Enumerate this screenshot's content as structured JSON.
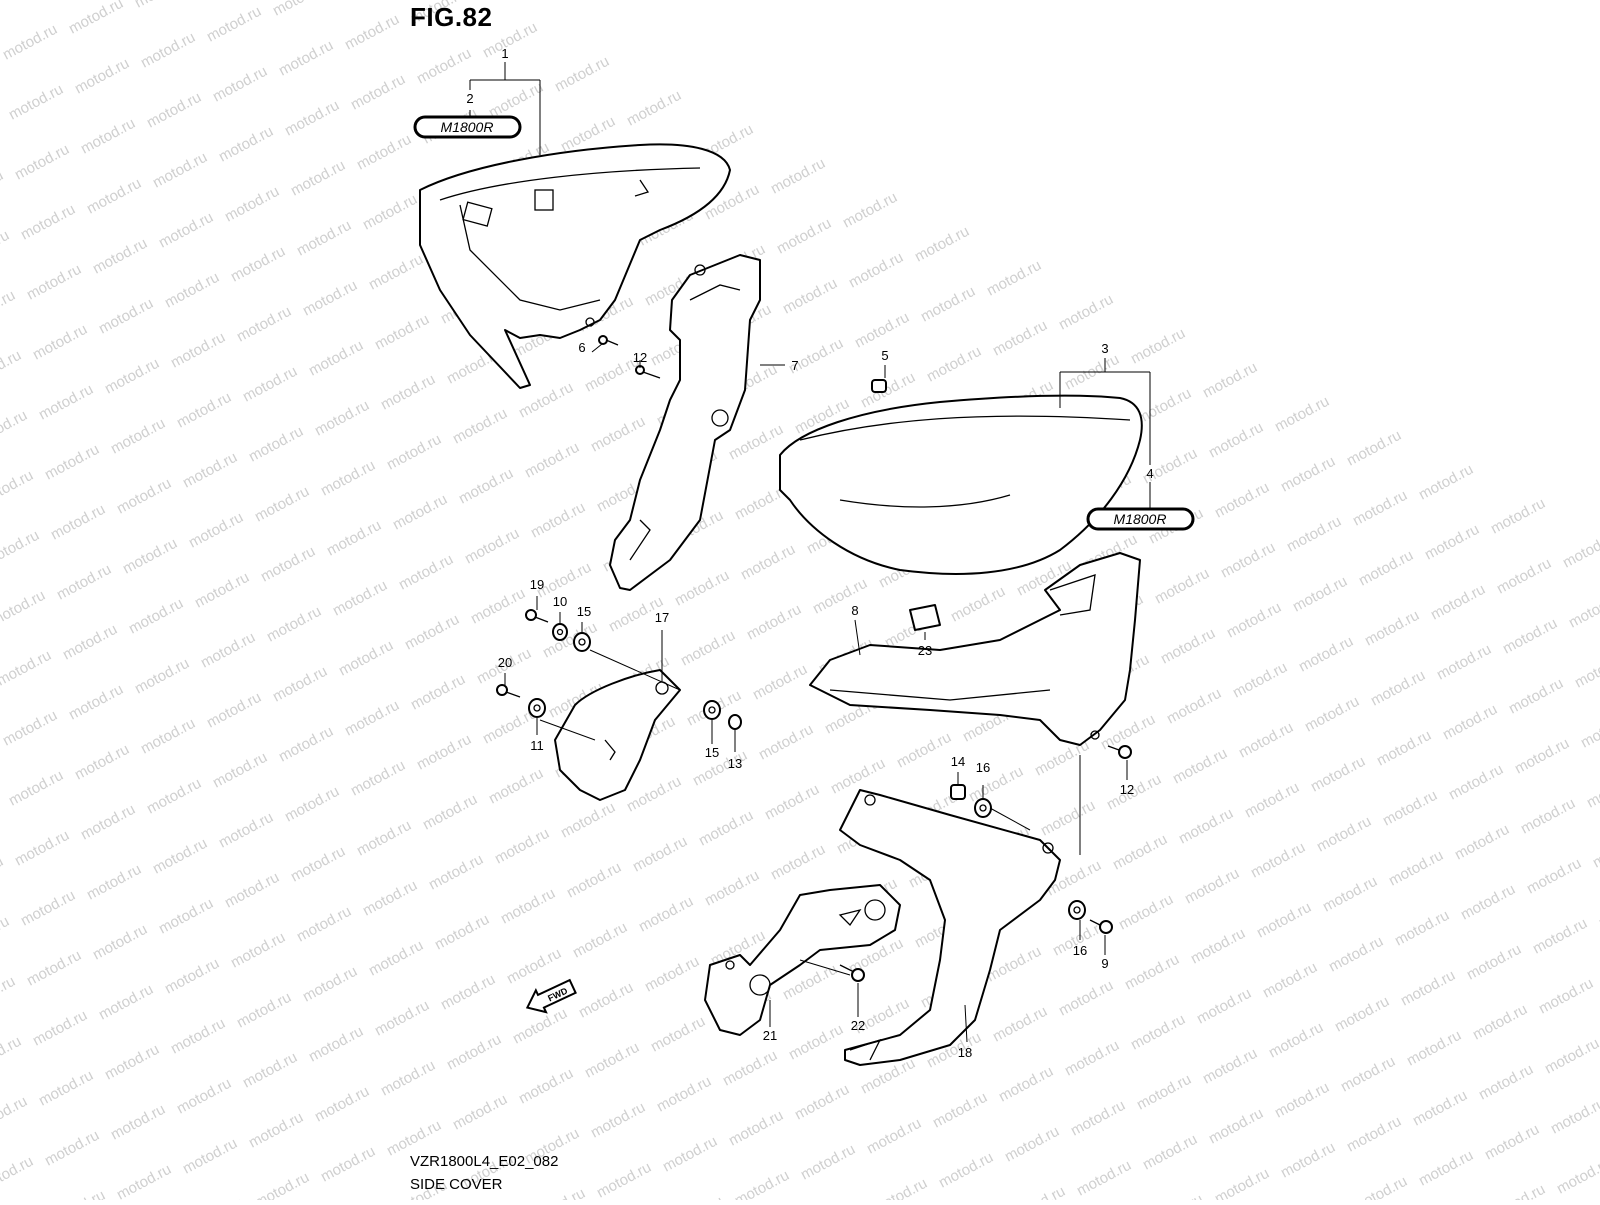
{
  "figure": {
    "title": "FIG.82",
    "model_code": "VZR1800L4_E02_082",
    "section_name": "SIDE COVER"
  },
  "emblem_text": "M1800R",
  "fwd_arrow_text": "FWD",
  "watermark_text": "motod.ru",
  "callouts": [
    "1",
    "2",
    "3",
    "4",
    "5",
    "6",
    "7",
    "8",
    "9",
    "10",
    "11",
    "12",
    "12",
    "13",
    "14",
    "15",
    "15",
    "16",
    "16",
    "17",
    "18",
    "19",
    "20",
    "21",
    "22",
    "23"
  ]
}
